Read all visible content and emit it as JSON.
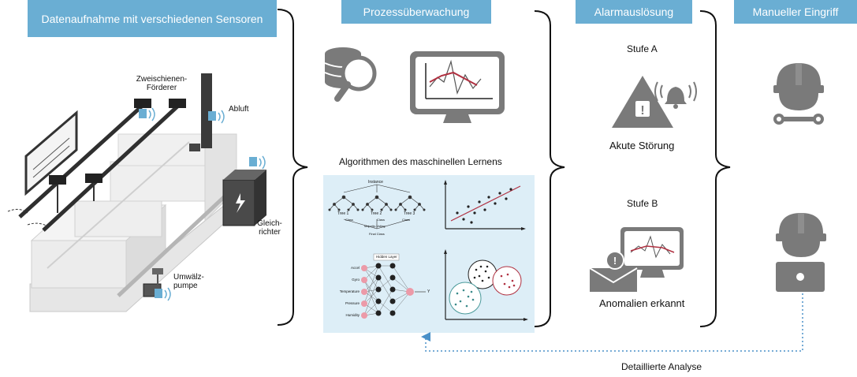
{
  "headers": {
    "sensors": "Datenaufnahme mit verschiedenen Sensoren",
    "monitoring": "Prozessüberwachung",
    "alarm": "Alarmauslösung",
    "manual": "Manueller Eingriff"
  },
  "plant": {
    "conveyor": "Zweischienen-\nFörderer",
    "exhaust": "Abluft",
    "rectifier": "Gleich-\nrichter",
    "pump": "Umwälz-\npumpe"
  },
  "ml": {
    "title": "Algorithmen des maschinellen Lernens",
    "tree": {
      "instance": "Instance",
      "trees": [
        "Tree 1",
        "Tree 2",
        "Tree 3"
      ],
      "voting": "Majority-Voting",
      "final": "Final Class",
      "classes": [
        "Class",
        "Class",
        "Class"
      ]
    },
    "nn": {
      "hidden": "Hidden Layer",
      "inputs": [
        "Accel",
        "Gyro",
        "Temperature",
        "Pressure",
        "Humidity"
      ],
      "output": "Y"
    }
  },
  "alarm": {
    "stage_a": "Stufe A",
    "stage_a_text": "Akute Störung",
    "stage_b": "Stufe B",
    "stage_b_text": "Anomalien erkannt"
  },
  "analysis": "Detaillierte Analyse",
  "colors": {
    "header_bg": "#6aaed3",
    "icon_gray": "#7a7a7a",
    "ml_panel": "#ddeef7",
    "accent_red": "#b03040",
    "dotted_blue": "#4a90c8"
  }
}
